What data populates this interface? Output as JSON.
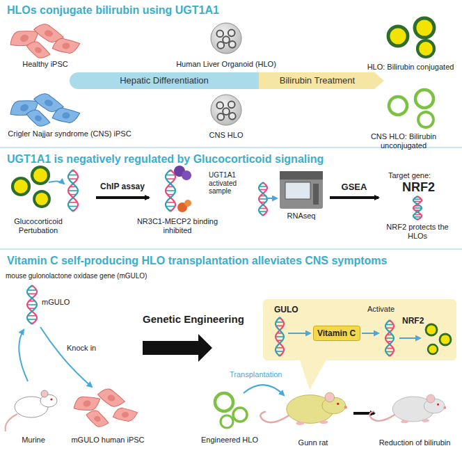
{
  "diagram": {
    "nodes": [
      {
        "text": [
          "Hepatic Differentiation"
        ]
      },
      {
        "text": [
          "Bilirubin Treatment"
        ]
      },
      {
        "text": [
          "GULO",
          "Activate",
          "NRF2"
        ]
      },
      {
        "text": [
          "Vitamin C"
        ],
        "in": 2
      }
    ],
    "labels": [
      "HLOs conjugate bilirubin using UGT1A1",
      "Healthy iPSC",
      "Human Liver Organoid (HLO)",
      "HLO: Bilirubin conjugated",
      "Crigler Najjar syndrome (CNS) iPSC",
      "CNS HLO",
      "CNS HLO: Bilirubin unconjugated",
      "UGT1A1 is negatively regulated by Glucocorticoid signaling",
      "Glucocorticoid Pertubation",
      "ChIP assay",
      "NR3C1-MECP2 binding inhibited",
      "UGT1A1 activated sample",
      "RNAseq",
      "GSEA",
      "Target gene:",
      "NRF2",
      "NRF2 protects the HLOs",
      "Vitamin C self-producing HLO transplantation alleviates CNS symptoms",
      "mouse gulonolactone oxidase gene (mGULO)",
      "mGULO",
      "Knock in",
      "Genetic Engineering",
      "Transplantation",
      "Murine",
      "mGULO human iPSC",
      "Engineered HLO",
      "Gunn rat",
      "Reduction of bilirubin"
    ]
  }
}
